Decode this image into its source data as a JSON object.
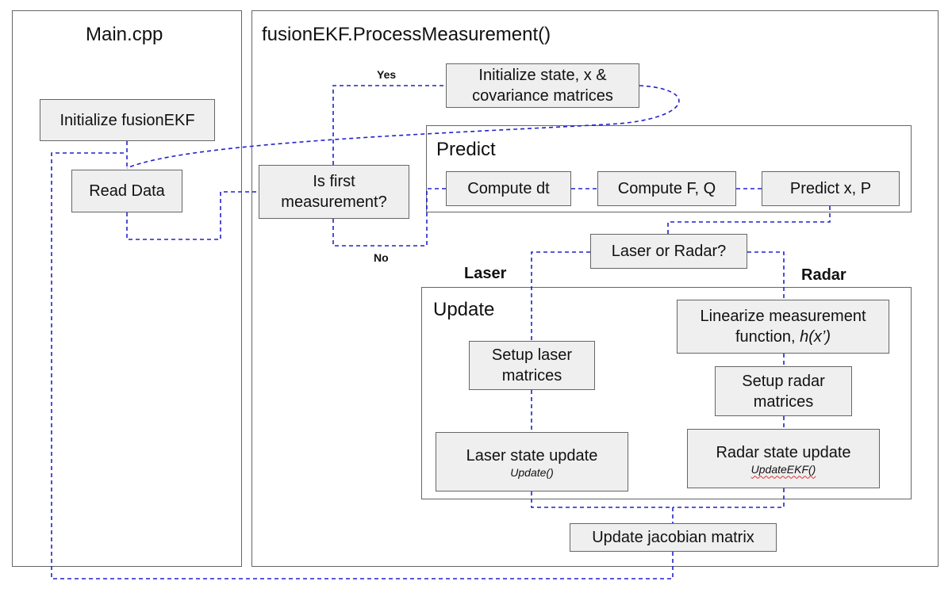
{
  "main_panel": {
    "title": "Main.cpp"
  },
  "process_panel": {
    "title": "fusionEKF.ProcessMeasurement()"
  },
  "predict_section": {
    "title": "Predict"
  },
  "update_section": {
    "title": "Update"
  },
  "nodes": {
    "init_fusion": "Initialize fusionEKF",
    "read_data": "Read Data",
    "is_first_line1": "Is first",
    "is_first_line2": "measurement?",
    "init_state_line1": "Initialize state, x &",
    "init_state_line2": "covariance matrices",
    "compute_dt": "Compute dt",
    "compute_fq": "Compute F, Q",
    "predict_xp": "Predict x, P",
    "laser_or_radar": "Laser or Radar?",
    "linearize_line1": "Linearize measurement",
    "linearize_line2_prefix": "function, ",
    "linearize_line2_func": "h(x’)",
    "setup_laser_line1": "Setup laser",
    "setup_laser_line2": "matrices",
    "setup_radar_line1": "Setup radar",
    "setup_radar_line2": "matrices",
    "laser_update": "Laser state update",
    "laser_update_fn": "Update()",
    "radar_update": "Radar state update",
    "radar_update_fn": "UpdateEKF()",
    "update_jacobian": "Update jacobian matrix"
  },
  "edge_labels": {
    "yes": "Yes",
    "no": "No",
    "laser": "Laser",
    "radar": "Radar"
  },
  "colors": {
    "connector": "#2222cc",
    "box_fill": "#efefef",
    "border": "#666666"
  }
}
